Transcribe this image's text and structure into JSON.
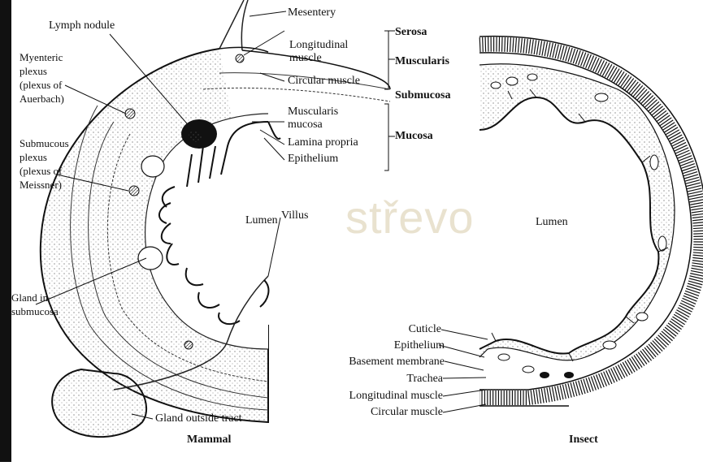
{
  "labels": {
    "mesentery": "Mesentery",
    "lymph_nodule": "Lymph nodule",
    "serosa": "Serosa",
    "longitudinal_muscle_1": "Longitudinal",
    "longitudinal_muscle_2": "muscle",
    "muscularis": "Muscularis",
    "circular_muscle": "Circular muscle",
    "submucosa": "Submucosa",
    "myenteric_1": "Myenteric",
    "myenteric_2": "plexus",
    "myenteric_3": "(plexus of",
    "myenteric_4": "Auerbach)",
    "muscularis_mucosa_1": "Muscularis",
    "muscularis_mucosa_2": "mucosa",
    "lamina_propria": "Lamina propria",
    "mucosa": "Mucosa",
    "epithelium_mammal": "Epithelium",
    "submucous_1": "Submucous",
    "submucous_2": "plexus",
    "submucous_3": "(plexus of",
    "submucous_4": "Meissner)",
    "lumen_mammal": "Lumen",
    "lumen_insect": "Lumen",
    "villus": "Villus",
    "gland_in_1": "Gland in",
    "gland_in_2": "submucosa",
    "gland_outside": "Gland outside tract",
    "mammal": "Mammal",
    "insect": "Insect",
    "cuticle": "Cuticle",
    "epithelium_insect": "Epithelium",
    "basement_membrane": "Basement membrane",
    "trachea": "Trachea",
    "longitudinal_muscle_insect": "Longitudinal muscle",
    "circular_muscle_insect": "Circular muscle"
  },
  "watermark": "střevo"
}
